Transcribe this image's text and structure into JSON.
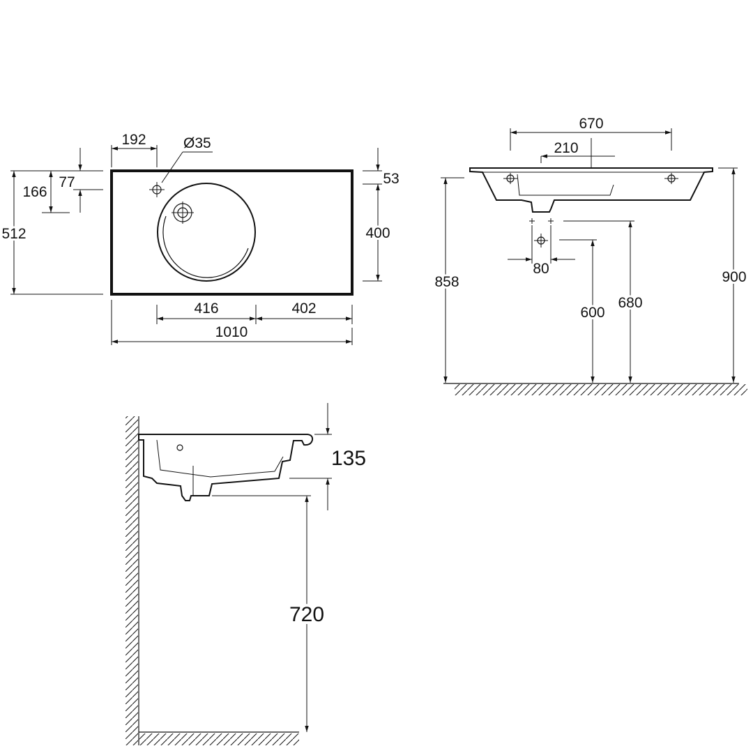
{
  "plan_view": {
    "dim_192": "192",
    "dim_dia35": "Ø35",
    "dim_77": "77",
    "dim_166": "166",
    "dim_512": "512",
    "dim_53": "53",
    "dim_400": "400",
    "dim_416": "416",
    "dim_402": "402",
    "dim_1010": "1010"
  },
  "front_view": {
    "dim_670": "670",
    "dim_210": "210",
    "dim_80": "80",
    "dim_858": "858",
    "dim_600": "600",
    "dim_680": "680",
    "dim_900": "900"
  },
  "side_view": {
    "dim_135": "135",
    "dim_720": "720"
  }
}
